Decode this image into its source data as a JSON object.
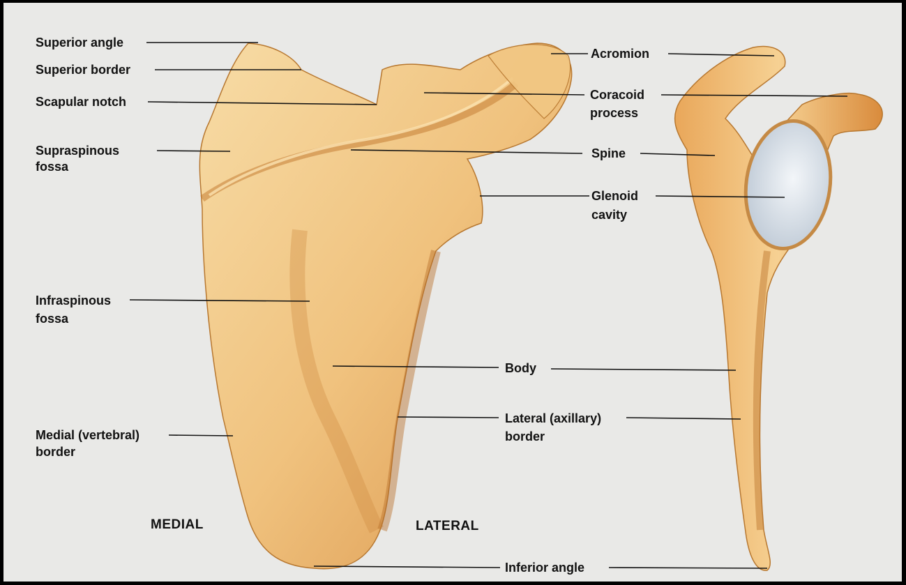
{
  "colors": {
    "background": "#e9e9e7",
    "bone_light": "#f6d59a",
    "bone_mid": "#ecb468",
    "bone_shadow": "#c9822f",
    "glenoid": "#d6dde6",
    "leader_line": "#111111"
  },
  "labels": {
    "superior_angle": "Superior angle",
    "superior_border": "Superior border",
    "scapular_notch": "Scapular notch",
    "supraspinous_fossa_1": "Supraspinous",
    "supraspinous_fossa_2": "fossa",
    "infraspinous_fossa_1": "Infraspinous",
    "infraspinous_fossa_2": "fossa",
    "medial_border_1": "Medial (vertebral)",
    "medial_border_2": "border",
    "acromion": "Acromion",
    "coracoid_1": "Coracoid",
    "coracoid_2": "process",
    "spine": "Spine",
    "glenoid_1": "Glenoid",
    "glenoid_2": "cavity",
    "body": "Body",
    "lateral_border_1": "Lateral (axillary)",
    "lateral_border_2": "border",
    "inferior_angle": "Inferior angle"
  },
  "orientation": {
    "medial": "MEDIAL",
    "lateral": "LATERAL"
  }
}
